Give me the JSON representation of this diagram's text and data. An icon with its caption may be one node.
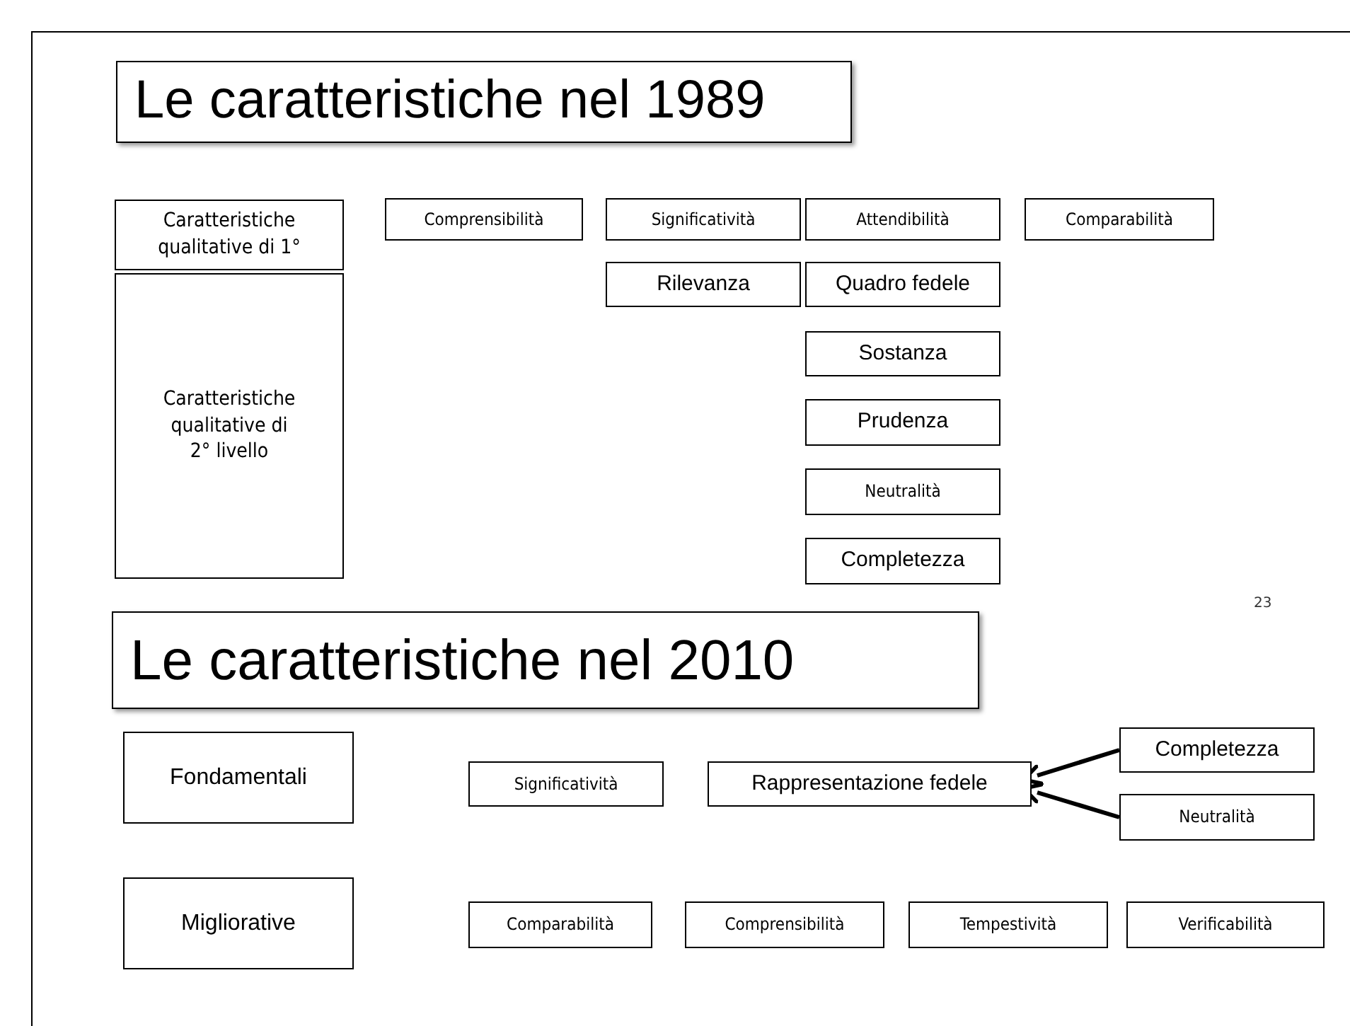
{
  "diagram": {
    "nodes": [
      {
        "text": [
          "Le caratteristiche nel 1989"
        ]
      },
      {
        "text": [
          "Caratteristiche qualitative di 1°"
        ]
      },
      {
        "text": [
          "Comprensibilità"
        ]
      },
      {
        "text": [
          "Significatività"
        ]
      },
      {
        "text": [
          "Attendibilità"
        ]
      },
      {
        "text": [
          "Comparabilità"
        ]
      },
      {
        "text": [
          "Caratteristiche qualitative di 2° livello"
        ]
      },
      {
        "text": [
          "Rilevanza"
        ]
      },
      {
        "text": [
          "Quadro fedele"
        ]
      },
      {
        "text": [
          "Sostanza"
        ]
      },
      {
        "text": [
          "Prudenza"
        ]
      },
      {
        "text": [
          "Neutralità"
        ]
      },
      {
        "text": [
          "Completezza"
        ]
      },
      {
        "text": [
          "Le caratteristiche nel 2010"
        ]
      },
      {
        "text": [
          "Completezza"
        ]
      },
      {
        "text": [
          "Fondamentali"
        ]
      },
      {
        "text": [
          "Significatività"
        ]
      },
      {
        "text": [
          "Rappresentazione fedele"
        ]
      },
      {
        "text": [
          "Neutralità"
        ]
      },
      {
        "text": [
          "Migliorative"
        ]
      },
      {
        "text": [
          "Comparabilità"
        ]
      },
      {
        "text": [
          "Comprensibilità"
        ]
      },
      {
        "text": [
          "Tempestività"
        ]
      },
      {
        "text": [
          "Verificabilità"
        ]
      }
    ],
    "edges": [
      {
        "from": 14,
        "to": 17,
        "arrow": "to"
      },
      {
        "from": 18,
        "to": 17,
        "arrow": "to"
      }
    ],
    "labels": [
      "23"
    ]
  }
}
